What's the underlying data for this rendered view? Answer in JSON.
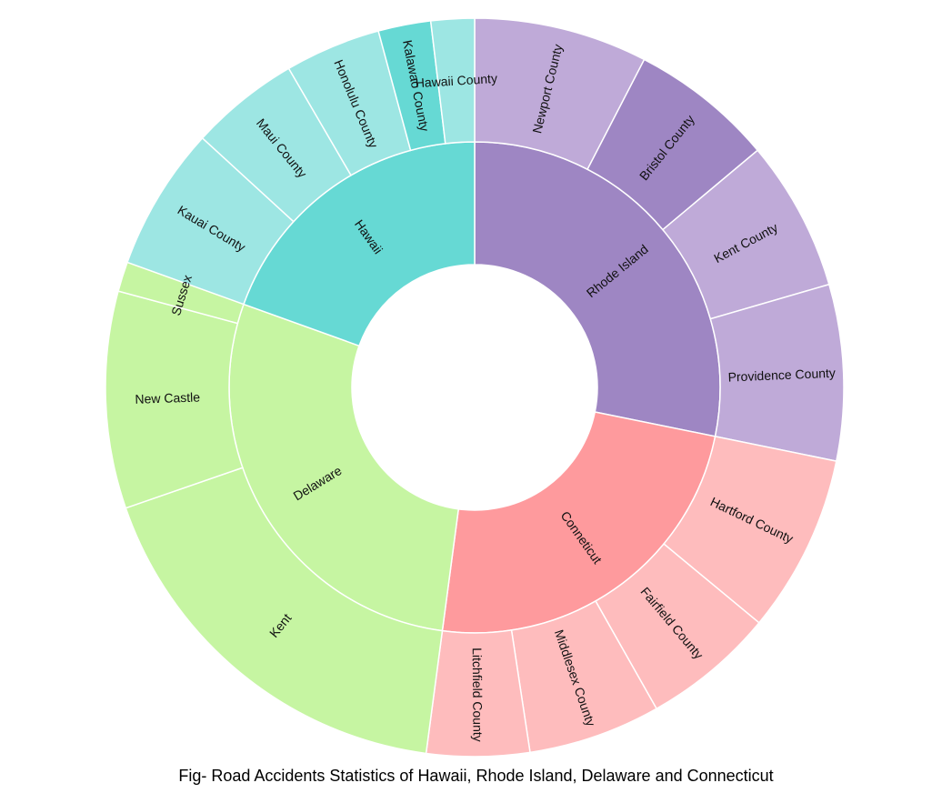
{
  "caption": "Fig- Road Accidents Statistics of Hawaii, Rhode Island, Delaware and Connecticut",
  "chart_data": {
    "type": "sunburst",
    "title": "",
    "unit": "",
    "groups": [
      {
        "name": "Rhode Island",
        "value": 28.2,
        "color": "#9e86c3",
        "leaf_color": "#bfaad8",
        "children": [
          {
            "name": "Newport County",
            "value": 7.6,
            "color": "#bfaad8"
          },
          {
            "name": "Bristol County",
            "value": 6.3,
            "color": "#9e86c3"
          },
          {
            "name": "Kent County",
            "value": 6.6,
            "color": "#bfaad8"
          },
          {
            "name": "Providence County",
            "value": 7.7,
            "color": "#bfaad8"
          }
        ]
      },
      {
        "name": "Conneticut",
        "value": 23.9,
        "color": "#fe9a9d",
        "children": [
          {
            "name": "Hartford County",
            "value": 7.8,
            "color": "#febcbd"
          },
          {
            "name": "Fairfield County",
            "value": 5.8,
            "color": "#febcbd"
          },
          {
            "name": "Middlesex County",
            "value": 5.8,
            "color": "#febcbd"
          },
          {
            "name": "Litchfield County",
            "value": 4.5,
            "color": "#febcbd"
          }
        ]
      },
      {
        "name": "Delaware",
        "value": 28.4,
        "color": "#c6f5a2",
        "children": [
          {
            "name": "Kent",
            "value": 17.6,
            "color": "#c6f5a2"
          },
          {
            "name": "New Castle",
            "value": 9.5,
            "color": "#c6f5a2"
          },
          {
            "name": "Sussex",
            "value": 1.3,
            "color": "#c6f5a2"
          }
        ]
      },
      {
        "name": "Hawaii",
        "value": 19.5,
        "color": "#66d9d4",
        "children": [
          {
            "name": "Kauai County",
            "value": 6.3,
            "color": "#9de6e3"
          },
          {
            "name": "Maui County",
            "value": 4.8,
            "color": "#9de6e3"
          },
          {
            "name": "Honolulu County",
            "value": 4.2,
            "color": "#9de6e3"
          },
          {
            "name": "Kalawao County",
            "value": 2.3,
            "color": "#66d9d4"
          },
          {
            "name": "Hawaii County",
            "value": 1.9,
            "color": "#9de6e3"
          }
        ]
      }
    ]
  }
}
